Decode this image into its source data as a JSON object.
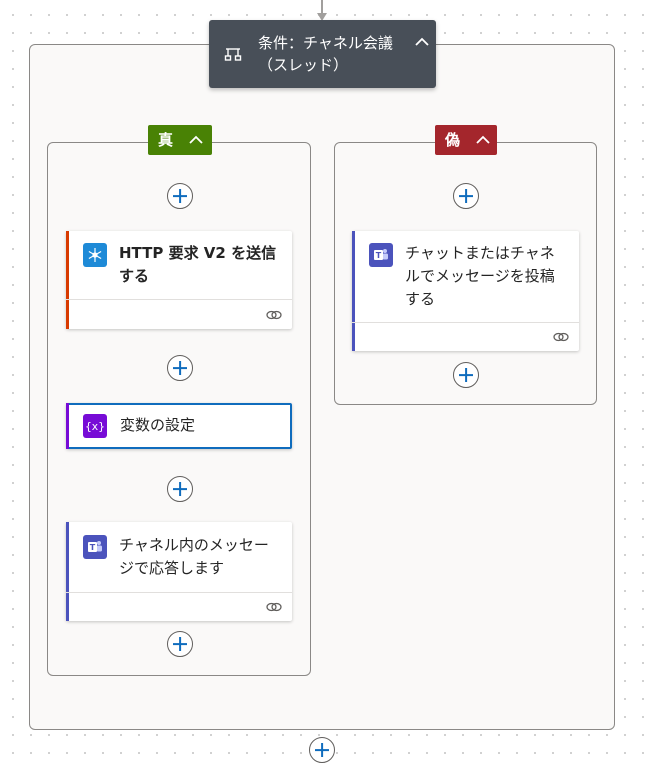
{
  "condition": {
    "title": "条件：チャネル会議（スレッド）",
    "icon": "condition-icon",
    "header_color": "#484f58"
  },
  "branches": {
    "true": {
      "label": "真",
      "color": "#498205",
      "actions": [
        {
          "title": "HTTP 要求 V2 を送信する",
          "icon": "http-webhook-icon",
          "icon_color": "#1e8ad7",
          "accent": "#d83b01",
          "has_link": true
        },
        {
          "title": "変数の設定",
          "icon": "variable-icon",
          "icon_color": "#770bd6",
          "accent": "#770bd6",
          "has_link": false
        },
        {
          "title": "チャネル内のメッセージで応答します",
          "icon": "teams-icon",
          "icon_color": "#4b53bc",
          "accent": "#4b53bc",
          "has_link": true
        }
      ]
    },
    "false": {
      "label": "偽",
      "color": "#a4262c",
      "actions": [
        {
          "title": "チャットまたはチャネルでメッセージを投稿する",
          "icon": "teams-icon",
          "icon_color": "#4b53bc",
          "accent": "#4b53bc",
          "has_link": true
        }
      ]
    }
  },
  "colors": {
    "add_button": "#0f6cbd",
    "wire": "#a19f9d",
    "selected_border": "#0f6cbd"
  }
}
